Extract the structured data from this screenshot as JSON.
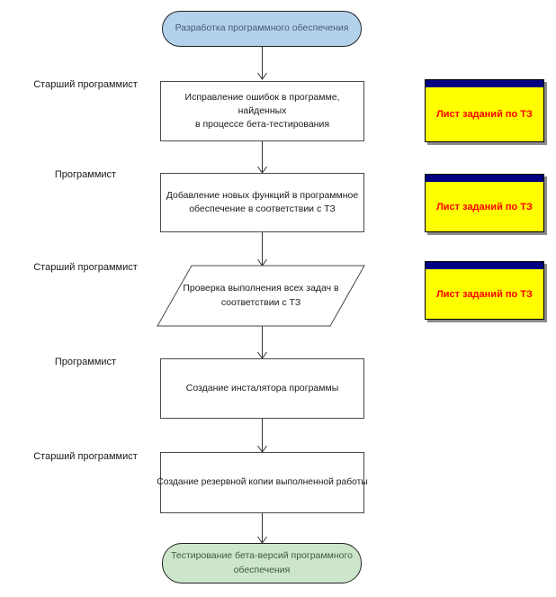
{
  "diagram": {
    "start": {
      "label": "Разработка программного обеспечения"
    },
    "end": {
      "label": "Тестирование бета-версий программного\nобеспечения"
    },
    "roles": [
      {
        "label": "Старший программист"
      },
      {
        "label": "Программист"
      },
      {
        "label": "Старший программист"
      },
      {
        "label": "Программист"
      },
      {
        "label": "Старший программист"
      }
    ],
    "steps": [
      {
        "shape": "process",
        "label": "Исправление ошибок в программе, найденных\nв процессе бета-тестирования"
      },
      {
        "shape": "process",
        "label": "Добавление новых функций в программное\nобеспечение в соответствии с ТЗ"
      },
      {
        "shape": "parallelogram",
        "label": "Проверка выполнения всех задач в\nсоответствии с ТЗ"
      },
      {
        "shape": "process",
        "label": "Создание инсталятора программы"
      },
      {
        "shape": "process",
        "label": "Создание резервной копии выполненной работы"
      }
    ],
    "notes": [
      {
        "label": "Лист заданий по ТЗ"
      },
      {
        "label": "Лист заданий по ТЗ"
      },
      {
        "label": "Лист заданий по ТЗ"
      }
    ],
    "colors": {
      "start_fill": "#b3d1ed",
      "start_text": "#465a75",
      "end_fill": "#cde6cb",
      "end_text": "#3c5a41",
      "process_fill": "#ffffff",
      "process_border": "#4a4a4a",
      "note_fill": "#ffff00",
      "note_header": "#000080",
      "note_text": "#ff0000",
      "connector": "#333333"
    }
  }
}
